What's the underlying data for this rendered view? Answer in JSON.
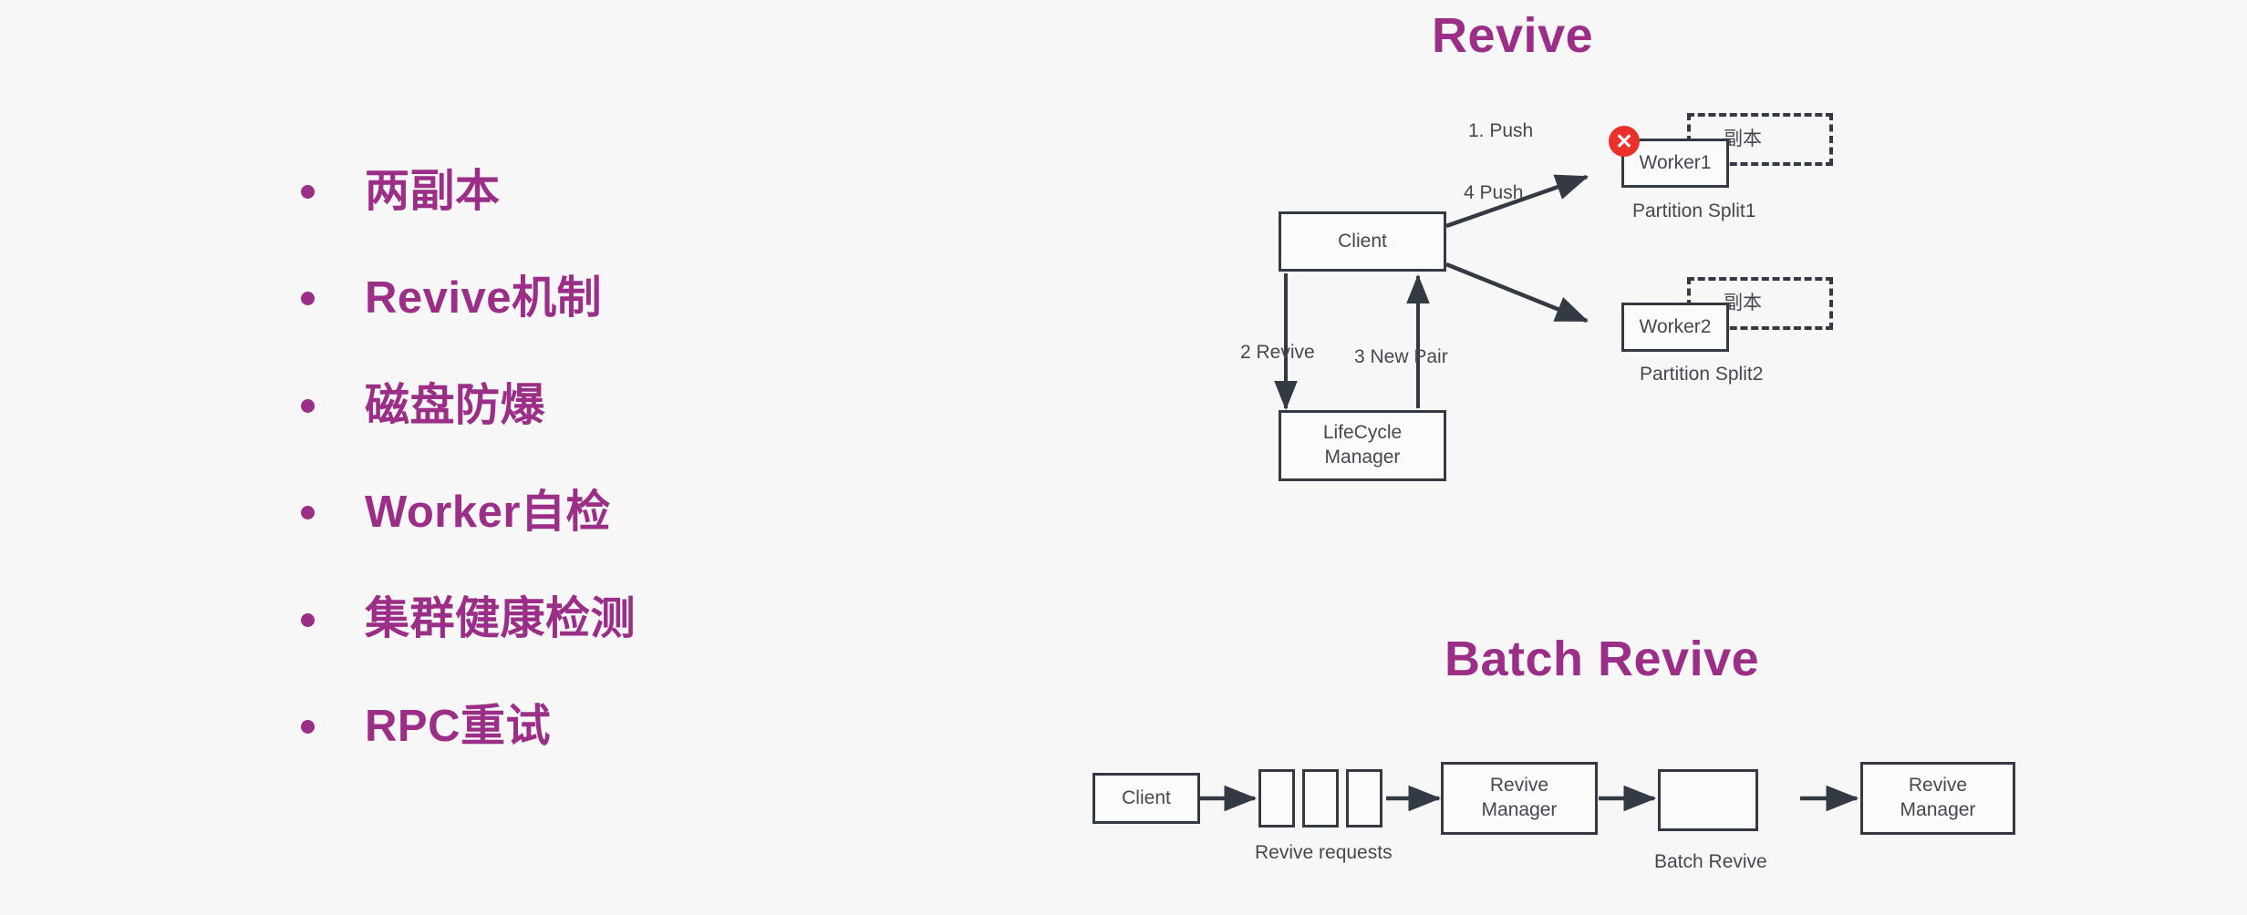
{
  "slide": {
    "background_color": "#f8f7f8",
    "accent_color": "#9b2e86",
    "error_color": "#e8312a",
    "stroke_color": "#333a44"
  },
  "bullets": [
    {
      "label": "两副本"
    },
    {
      "label": "Revive机制"
    },
    {
      "label": "磁盘防爆"
    },
    {
      "label": "Worker自检"
    },
    {
      "label": "集群健康检测"
    },
    {
      "label": "RPC重试"
    }
  ],
  "revive_diagram": {
    "title": "Revive",
    "nodes": {
      "client": "Client",
      "worker1": "Worker1",
      "worker2": "Worker2",
      "lifecycle_manager": "LifeCycle\nManager",
      "lifecycle_manager_line1": "LifeCycle",
      "lifecycle_manager_line2": "Manager",
      "replica1": "副本",
      "replica2": "副本"
    },
    "captions": {
      "partition_split1": "Partition Split1",
      "partition_split2": "Partition Split2"
    },
    "edges": [
      {
        "label": "1. Push"
      },
      {
        "label": "2 Revive"
      },
      {
        "label": "3 New Pair"
      },
      {
        "label": "4 Push"
      }
    ],
    "status_badge": {
      "icon": "error-x-icon",
      "glyph": "✕"
    }
  },
  "batch_diagram": {
    "title": "Batch Revive",
    "nodes": {
      "client": "Client",
      "request_1": "",
      "request_2": "",
      "request_3": "",
      "revive_manager_1_line1": "Revive",
      "revive_manager_1_line2": "Manager",
      "batch_box": "",
      "revive_manager_2_line1": "Revive",
      "revive_manager_2_line2": "Manager"
    },
    "captions": {
      "revive_requests": "Revive requests",
      "batch_revive": "Batch Revive"
    }
  }
}
